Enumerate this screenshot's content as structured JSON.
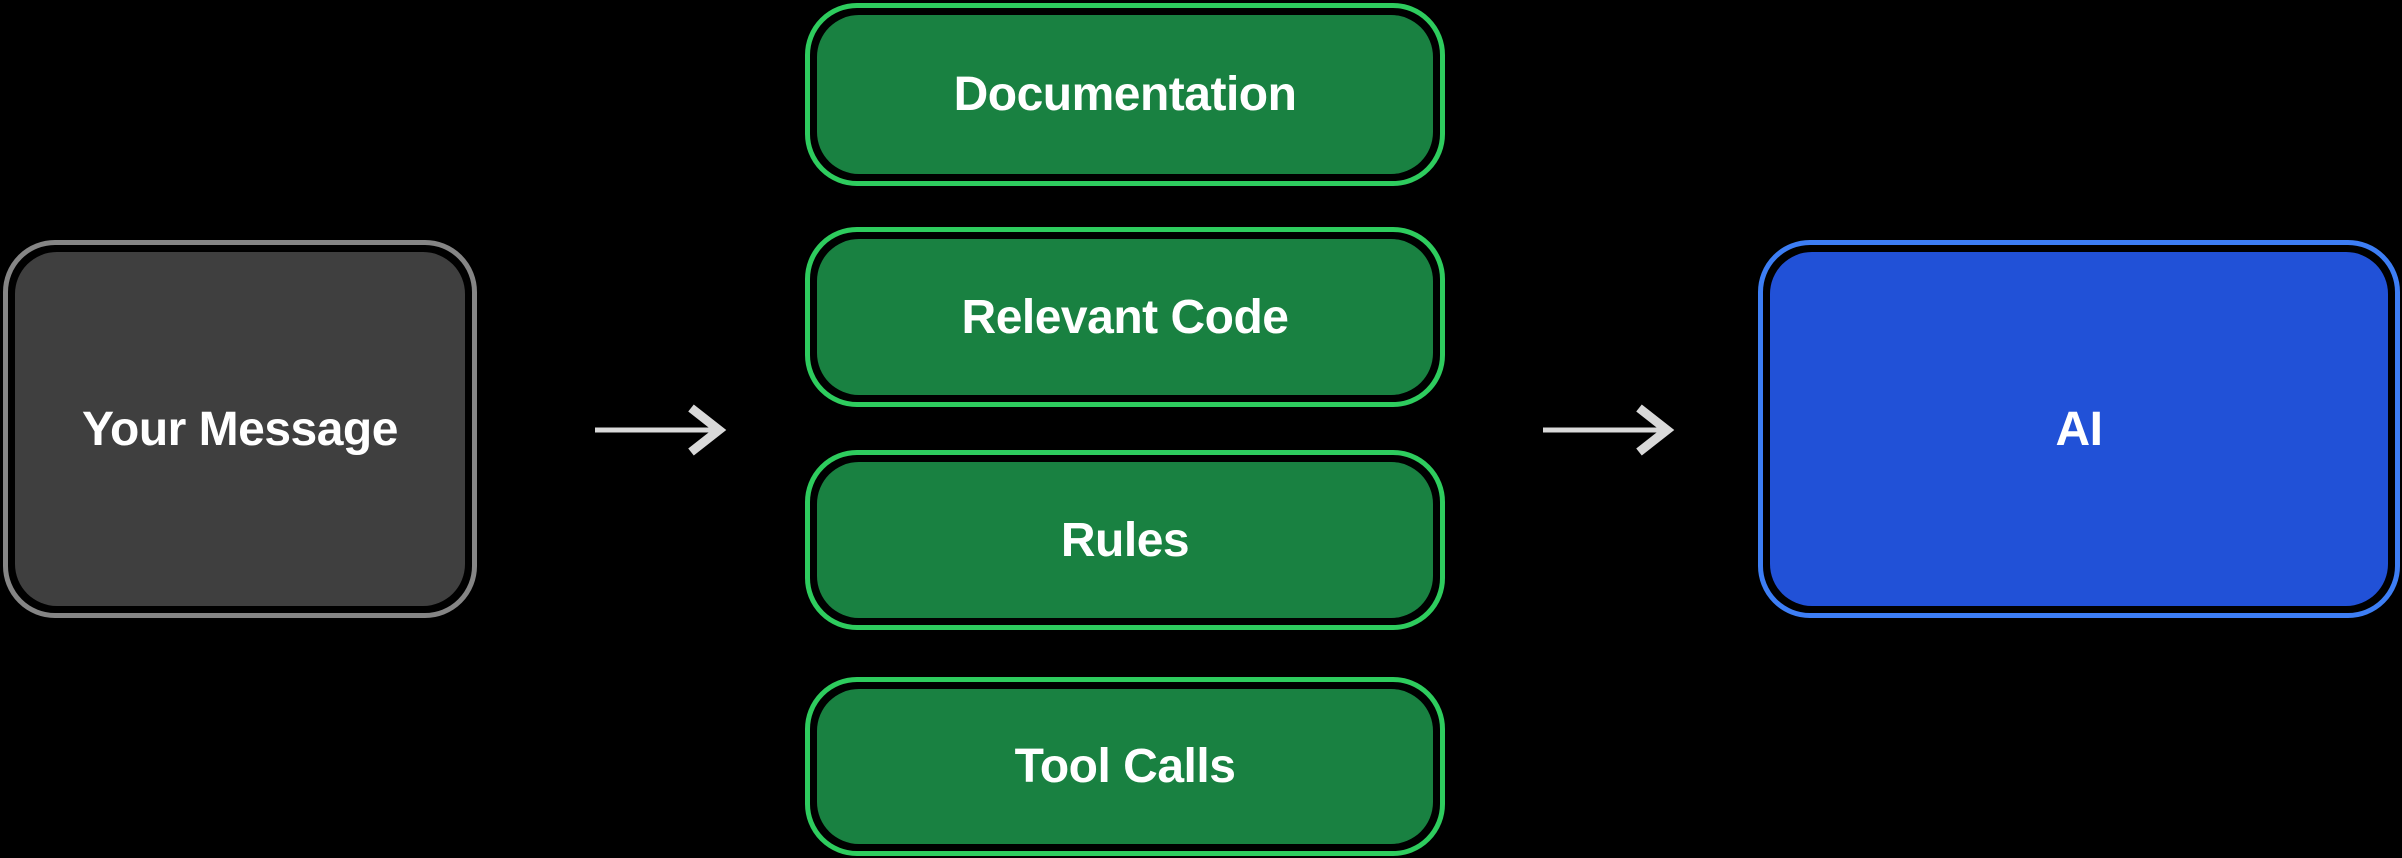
{
  "diagram": {
    "background_color": "#000000",
    "source": {
      "label": "Your Message",
      "fill_color": "#3f3f3f",
      "outline_color": "#858585",
      "text_color": "#ffffff"
    },
    "context": {
      "items": [
        {
          "label": "Documentation"
        },
        {
          "label": "Relevant Code"
        },
        {
          "label": "Rules"
        },
        {
          "label": "Tool Calls"
        }
      ],
      "fill_color": "#198141",
      "outline_color": "#2ecc5e",
      "text_color": "#ffffff"
    },
    "target": {
      "label": "AI",
      "fill_color": "#2151d7",
      "outline_color": "#3d7ef5",
      "text_color": "#ffffff"
    },
    "arrows": {
      "color": "#d9d9d9",
      "count": 2,
      "direction": "right"
    }
  }
}
